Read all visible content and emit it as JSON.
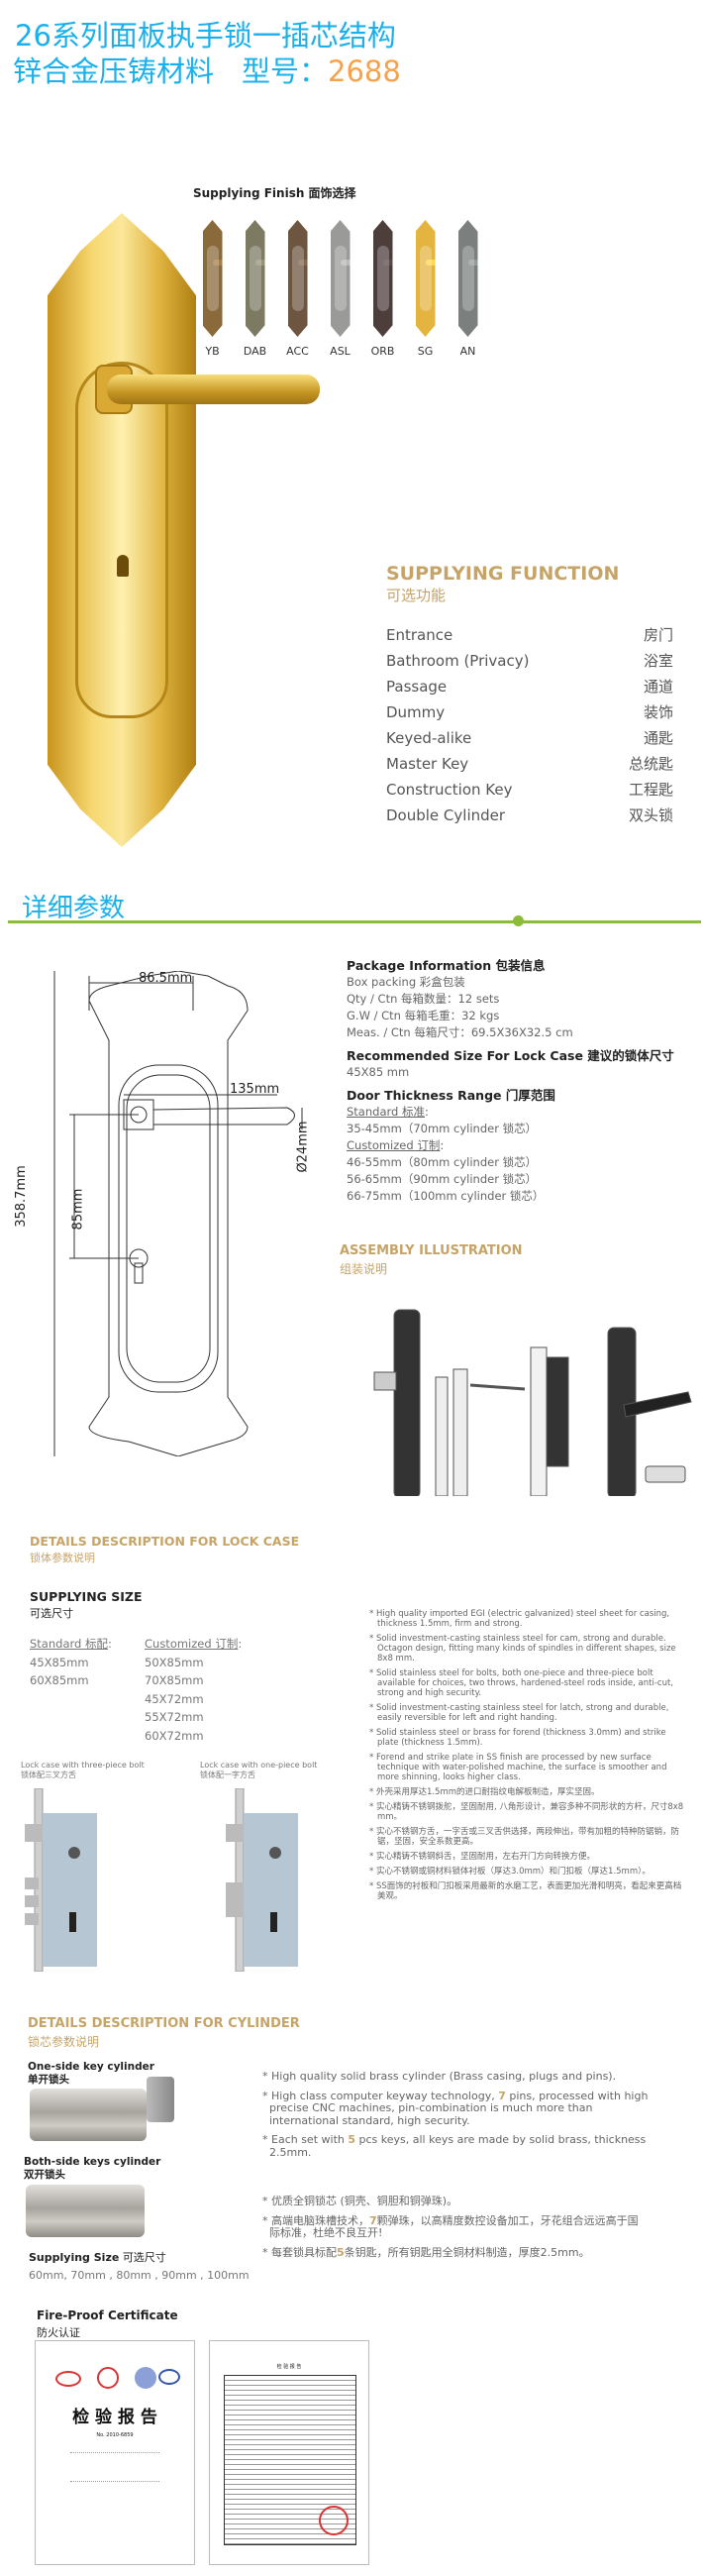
{
  "header": {
    "line1": "26系列面板执手锁一插芯结构",
    "line2_material": "锌合金压铸材料",
    "model_label": "型号：",
    "model_number": "2688"
  },
  "finish": {
    "title": "Supplying Finish 面饰选择",
    "items": [
      {
        "code": "YB",
        "color": "#8a6a3a"
      },
      {
        "code": "DAB",
        "color": "#7d7a62"
      },
      {
        "code": "ACC",
        "color": "#6e5540"
      },
      {
        "code": "ASL",
        "color": "#9a9a98"
      },
      {
        "code": "ORB",
        "color": "#4d3e3c"
      },
      {
        "code": "SG",
        "color": "#e3b540"
      },
      {
        "code": "AN",
        "color": "#7b807e"
      }
    ]
  },
  "function": {
    "title": "SUPPLYING FUNCTION",
    "title_cn": "可选功能",
    "items": [
      {
        "en": "Entrance",
        "cn": "房门"
      },
      {
        "en": "Bathroom (Privacy)",
        "cn": "浴室"
      },
      {
        "en": "Passage",
        "cn": "通道"
      },
      {
        "en": "Dummy",
        "cn": "装饰"
      },
      {
        "en": "Keyed-alike",
        "cn": "通匙"
      },
      {
        "en": "Master Key",
        "cn": "总统匙"
      },
      {
        "en": "Construction Key",
        "cn": "工程匙"
      },
      {
        "en": "Double Cylinder",
        "cn": "双头锁"
      }
    ]
  },
  "details": {
    "title": "详细参数"
  },
  "dimensions": {
    "width": "86.5mm",
    "height": "358.7mm",
    "center": "85mm",
    "lever": "135mm",
    "diameter": "Ø24mm"
  },
  "package": {
    "title": "Package  Information 包装信息",
    "lines": [
      "Box packing 彩盒包装",
      "Qty / Ctn 每箱数量：12 sets",
      "G.W / Ctn 每箱毛重：32 kgs",
      "Meas. / Ctn 每箱尺寸：69.5X36X32.5 cm"
    ]
  },
  "recommended": {
    "title": "Recommended Size For Lock Case  建议的锁体尺寸",
    "value": "45X85 mm"
  },
  "door": {
    "title": "Door Thickness Range 门厚范围",
    "standard_label": "Standard 标准",
    "standard": [
      "35-45mm（70mm cylinder 锁芯）"
    ],
    "custom_label": "Customized 订制",
    "custom": [
      "46-55mm（80mm cylinder 锁芯）",
      "56-65mm（90mm cylinder 锁芯）",
      "66-75mm（100mm cylinder 锁芯）"
    ]
  },
  "assembly": {
    "title": "ASSEMBLY ILLUSTRATION",
    "title_cn": "组装说明"
  },
  "lockcase": {
    "title": "DETAILS DESCRIPTION FOR LOCK CASE",
    "title_cn": "锁体参数说明",
    "size_title": "SUPPLYING SIZE",
    "size_title_cn": "可选尺寸",
    "standard_label": "Standard 标配",
    "standard": [
      "45X85mm",
      "60X85mm"
    ],
    "custom_label": "Customized 订制",
    "custom": [
      "50X85mm",
      "70X85mm",
      "45X72mm",
      "55X72mm",
      "60X72mm"
    ],
    "caption1": "Lock case with three-piece bolt",
    "caption1_cn": "锁体配三叉方舌",
    "caption2": "Lock case with one-piece bolt",
    "caption2_cn": "锁体配一字方舌",
    "bullets": [
      "* High quality imported EGI (electric galvanized) steel sheet for casing, thickness 1.5mm, firm and strong.",
      "* Solid investment-casting stainless steel for cam, strong and durable. Octagon design, fitting many kinds of spindles in different shapes, size 8x8 mm.",
      "* Solid stainless steel for bolts, both one-piece and three-piece bolt available for choices, two throws, hardened-steel rods inside, anti-cut, strong and high security.",
      "* Solid investment-casting stainless steel for latch, strong and durable, easily reversible for left and right handing.",
      "* Solid stainless steel or brass for forend (thickness 3.0mm) and strike plate (thickness 1.5mm).",
      "* Forend and strike plate in SS finish are processed by new surface technique with water-polished machine, the surface is smoother and more shinning, looks higher class.",
      "* 外壳采用厚达1.5mm的进口耐指纹电解板制造，厚实坚固。",
      "* 实心精铸不锈钢拨舵，坚固耐用, 八角形设计，兼容多种不同形状的方杆，尺寸8x8 mm。",
      "* 实心不锈钢方舌，一字舌或三叉舌供选择，两段伸出，带有加粗的特种防锯销，防锯，坚固，安全系数更高。",
      "* 实心精铸不锈钢斜舌，坚固耐用，左右开门方向转换方便。",
      "* 实心不锈钢或铜材料锁体衬板（厚达3.0mm）和门扣板（厚达1.5mm）。",
      "* SS面饰的衬板和门扣板采用最新的水磨工艺，表面更加光滑和明亮，看起来更高档美观。"
    ]
  },
  "cylinder": {
    "title": "DETAILS DESCRIPTION FOR CYLINDER",
    "title_cn": "锁芯参数说明",
    "one_side": "One-side key cylinder",
    "one_side_cn": "单开锁头",
    "both_side": "Both-side keys cylinder",
    "both_side_cn": "双开锁头",
    "size_title": "Supplying Size",
    "size_title_cn": "可选尺寸",
    "sizes": "60mm, 70mm , 80mm , 90mm , 100mm",
    "b1": "* High quality solid brass cylinder (Brass casing, plugs and pins).",
    "b2a": "* High class computer keyway technology, ",
    "b2n": "7",
    "b2b": " pins, processed with high precise CNC machines, pin-combination is much more than international standard, high security.",
    "b3a": "* Each set with ",
    "b3n": "5",
    "b3b": " pcs keys, all keys are made by solid brass, thickness 2.5mm.",
    "c1": "* 优质全铜锁芯 (铜壳、铜胆和铜弹珠)。",
    "c2a": "* 高端电脑珠槽技术，",
    "c2n": "7",
    "c2b": "颗弹珠，以高精度数控设备加工，牙花组合远远高于国际标准，杜绝不良互开!",
    "c3a": "* 每套锁具标配",
    "c3n": "5",
    "c3b": "条钥匙，所有钥匙用全铜材料制造，厚度2.5mm。"
  },
  "certificate": {
    "title": "Fire-Proof Certificate",
    "title_cn": "防火认证",
    "report_title": "检 验 报 告",
    "report_no": "No. 2010-6859",
    "table_title": "检  验  报  告"
  }
}
